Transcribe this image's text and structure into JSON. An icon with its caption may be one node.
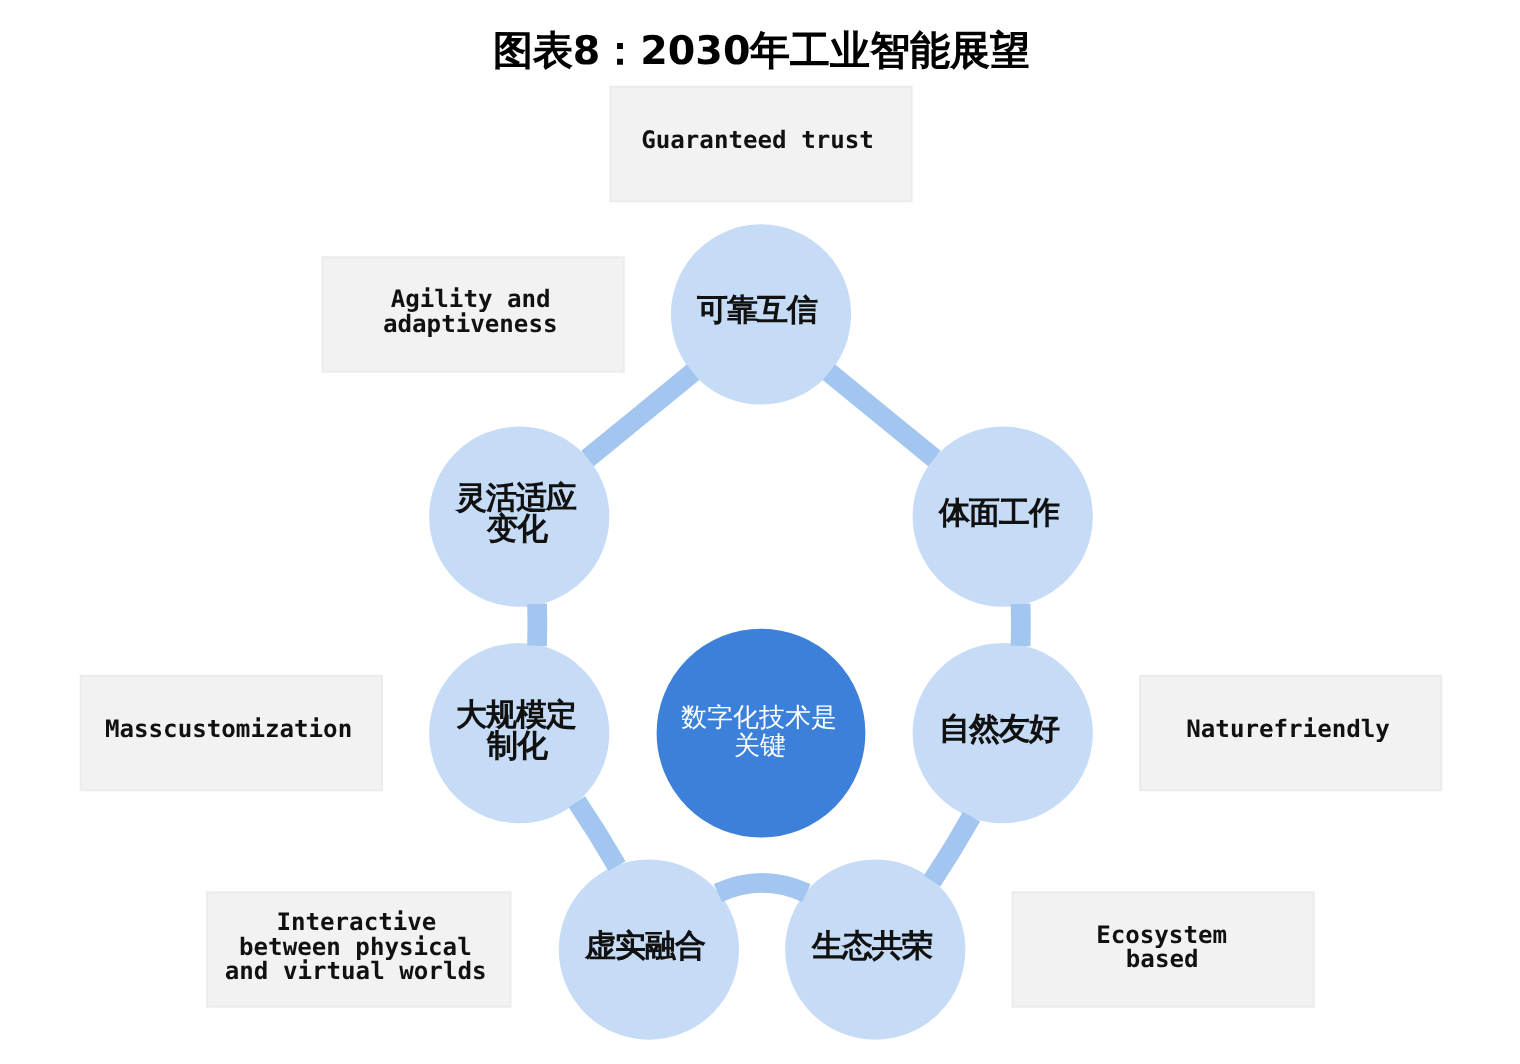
{
  "diagram": {
    "title": "图表8：2030年工业智能展望",
    "nodes": [
      {
        "text": [
          "Guaranteed trust"
        ]
      },
      {
        "text": [
          "Agility and adaptiveness"
        ]
      },
      {
        "text": [
          "可靠互信"
        ]
      },
      {
        "text": [
          "灵活适应变化"
        ]
      },
      {
        "text": [
          "体面工作"
        ]
      },
      {
        "text": [
          "Masscustomization"
        ]
      },
      {
        "text": [
          "数字化技术是关键"
        ]
      },
      {
        "text": [
          "Naturefriendly"
        ]
      },
      {
        "text": [
          "大规模定制化"
        ]
      },
      {
        "text": [
          "自然友好"
        ]
      },
      {
        "text": [
          "Interactive between physical and virtual worlds"
        ]
      },
      {
        "text": [
          "虚实融合"
        ]
      },
      {
        "text": [
          "生态共荣"
        ]
      },
      {
        "text": [
          "Ecosystem based"
        ]
      }
    ],
    "edges": [
      {
        "from": 2,
        "to": 4,
        "arrow": "none"
      },
      {
        "from": 4,
        "to": 9,
        "arrow": "none"
      },
      {
        "from": 9,
        "to": 12,
        "arrow": "none"
      },
      {
        "from": 12,
        "to": 11,
        "arrow": "none"
      },
      {
        "from": 11,
        "to": 8,
        "arrow": "none"
      },
      {
        "from": 8,
        "to": 3,
        "arrow": "none"
      },
      {
        "from": 3,
        "to": 2,
        "arrow": "none"
      }
    ]
  }
}
